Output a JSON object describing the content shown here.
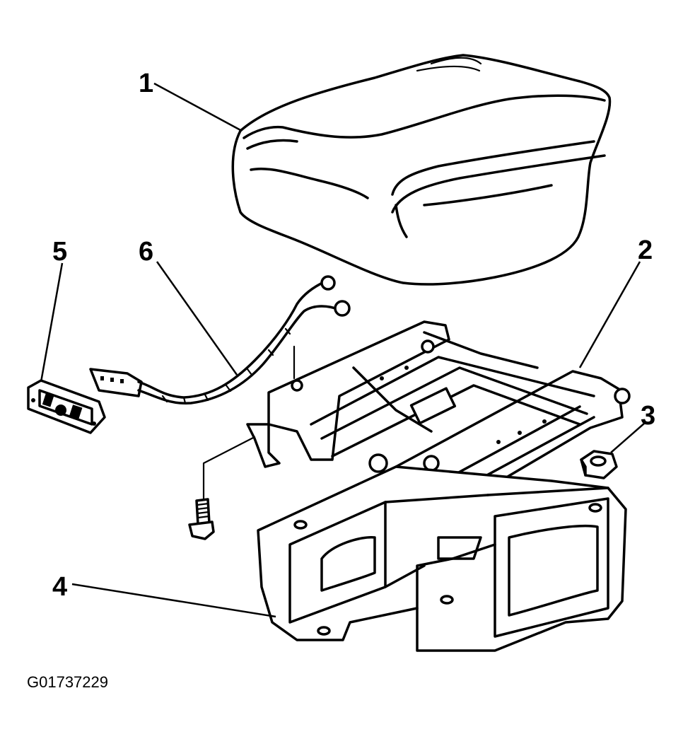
{
  "callouts": [
    {
      "id": "1",
      "label": "1"
    },
    {
      "id": "2",
      "label": "2"
    },
    {
      "id": "3",
      "label": "3"
    },
    {
      "id": "4",
      "label": "4"
    },
    {
      "id": "5",
      "label": "5"
    },
    {
      "id": "6",
      "label": "6"
    }
  ],
  "figure_id": "G01737229",
  "colors": {
    "ink": "#000000",
    "paper": "#ffffff"
  }
}
